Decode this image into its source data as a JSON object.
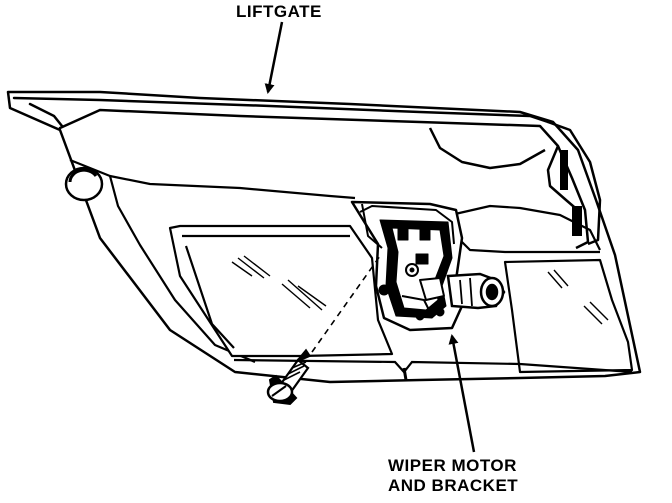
{
  "labels": {
    "liftgate": "LIFTGATE",
    "wiper_line1": "WIPER MOTOR",
    "wiper_line2": "AND BRACKET"
  },
  "colors": {
    "ink": "#000000",
    "paper": "#ffffff"
  }
}
